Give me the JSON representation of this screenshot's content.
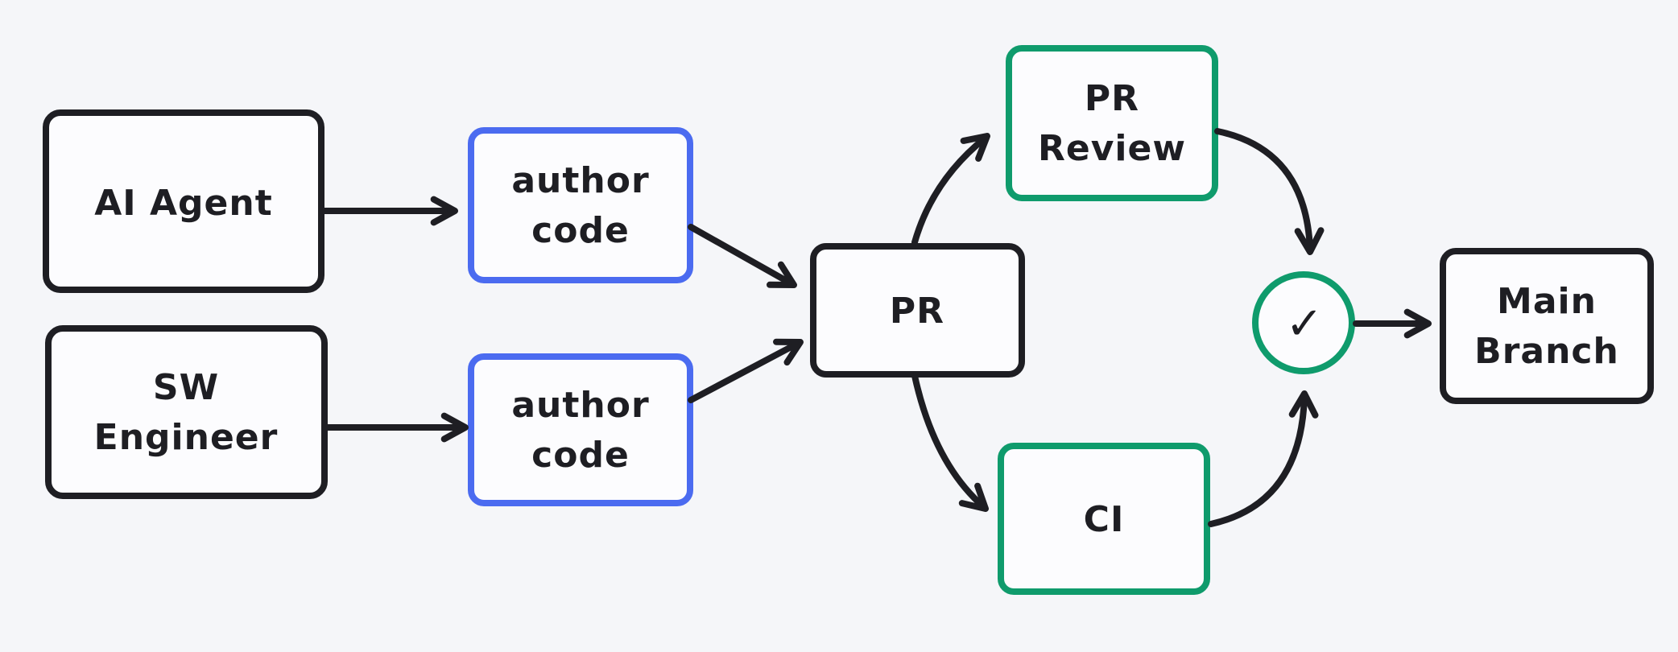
{
  "diagram": {
    "title": "PR workflow diagram",
    "background": "#f5f6f9",
    "node_fill": "#fcfcfe",
    "stroke_black": "#1e1e23",
    "accent_blue": "#4b6bf0",
    "accent_green": "#0f9b6c",
    "nodes": {
      "ai_agent": {
        "label": "AI Agent",
        "border_color": "black"
      },
      "sw_engineer": {
        "line1": "SW",
        "line2": "Engineer",
        "border_color": "black"
      },
      "author_code_top": {
        "line1": "author",
        "line2": "code",
        "border_color": "blue"
      },
      "author_code_bottom": {
        "line1": "author",
        "line2": "code",
        "border_color": "blue"
      },
      "pr": {
        "label": "PR",
        "border_color": "black"
      },
      "pr_review": {
        "line1": "PR",
        "line2": "Review",
        "border_color": "green"
      },
      "ci": {
        "label": "CI",
        "border_color": "green"
      },
      "check": {
        "icon": "✓",
        "border_color": "green"
      },
      "main_branch": {
        "line1": "Main",
        "line2": "Branch",
        "border_color": "black"
      }
    },
    "edges": [
      {
        "from": "ai_agent",
        "to": "author_code_top"
      },
      {
        "from": "sw_engineer",
        "to": "author_code_bottom"
      },
      {
        "from": "author_code_top",
        "to": "pr"
      },
      {
        "from": "author_code_bottom",
        "to": "pr"
      },
      {
        "from": "pr",
        "to": "pr_review"
      },
      {
        "from": "pr",
        "to": "ci"
      },
      {
        "from": "pr_review",
        "to": "check"
      },
      {
        "from": "ci",
        "to": "check"
      },
      {
        "from": "check",
        "to": "main_branch"
      }
    ]
  }
}
